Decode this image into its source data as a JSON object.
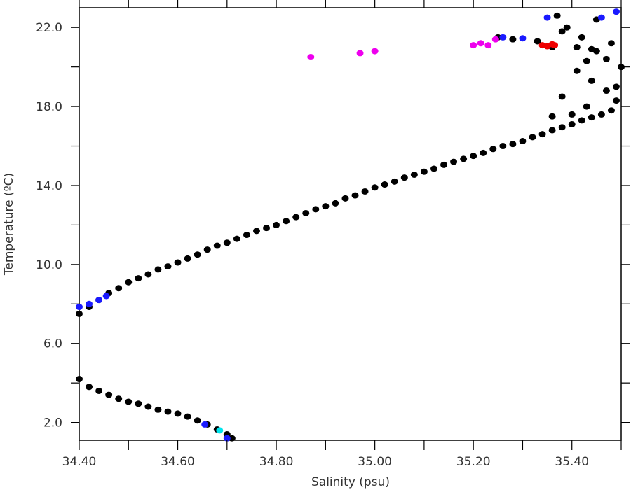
{
  "chart_data": {
    "type": "scatter",
    "xlabel": "Salinity (psu)",
    "ylabel": "Temperature (ºC)",
    "xlim": [
      34.4,
      35.5
    ],
    "ylim": [
      1.1,
      23.0
    ],
    "x_ticks": [
      34.4,
      34.6,
      34.8,
      35.0,
      35.2,
      35.4
    ],
    "x_tick_labels": [
      "34.40",
      "34.60",
      "34.80",
      "35.00",
      "35.20",
      "35.40"
    ],
    "y_ticks": [
      2.0,
      6.0,
      10.0,
      14.0,
      18.0,
      22.0
    ],
    "y_tick_labels": [
      "2.0",
      "6.0",
      "10.0",
      "14.0",
      "18.0",
      "22.0"
    ],
    "x_minor_step": 0.1,
    "y_minor_step": 2.0,
    "grid": false,
    "legend": "none",
    "series": [
      {
        "color": "#000000",
        "points": [
          [
            34.4,
            7.5
          ],
          [
            34.42,
            7.85
          ],
          [
            34.44,
            8.2
          ],
          [
            34.46,
            8.55
          ],
          [
            34.48,
            8.8
          ],
          [
            34.5,
            9.1
          ],
          [
            34.52,
            9.3
          ],
          [
            34.54,
            9.5
          ],
          [
            34.56,
            9.75
          ],
          [
            34.58,
            9.9
          ],
          [
            34.6,
            10.1
          ],
          [
            34.62,
            10.3
          ],
          [
            34.64,
            10.5
          ],
          [
            34.66,
            10.75
          ],
          [
            34.68,
            10.95
          ],
          [
            34.7,
            11.1
          ],
          [
            34.72,
            11.3
          ],
          [
            34.74,
            11.5
          ],
          [
            34.76,
            11.7
          ],
          [
            34.78,
            11.85
          ],
          [
            34.8,
            12.0
          ],
          [
            34.82,
            12.2
          ],
          [
            34.84,
            12.4
          ],
          [
            34.86,
            12.6
          ],
          [
            34.88,
            12.8
          ],
          [
            34.9,
            12.95
          ],
          [
            34.92,
            13.1
          ],
          [
            34.94,
            13.35
          ],
          [
            34.96,
            13.5
          ],
          [
            34.98,
            13.7
          ],
          [
            35.0,
            13.9
          ],
          [
            35.02,
            14.05
          ],
          [
            35.04,
            14.2
          ],
          [
            35.06,
            14.4
          ],
          [
            35.08,
            14.55
          ],
          [
            35.1,
            14.7
          ],
          [
            35.12,
            14.85
          ],
          [
            35.14,
            15.05
          ],
          [
            35.16,
            15.2
          ],
          [
            35.18,
            15.35
          ],
          [
            35.2,
            15.5
          ],
          [
            35.22,
            15.65
          ],
          [
            35.24,
            15.85
          ],
          [
            35.26,
            16.0
          ],
          [
            35.28,
            16.1
          ],
          [
            35.3,
            16.25
          ],
          [
            35.32,
            16.45
          ],
          [
            35.34,
            16.6
          ],
          [
            35.36,
            16.8
          ],
          [
            35.38,
            16.95
          ],
          [
            35.4,
            17.1
          ],
          [
            35.42,
            17.3
          ],
          [
            35.44,
            17.45
          ],
          [
            35.46,
            17.6
          ],
          [
            35.48,
            17.8
          ],
          [
            35.49,
            18.3
          ],
          [
            35.47,
            18.8
          ],
          [
            35.44,
            19.3
          ],
          [
            35.41,
            19.8
          ],
          [
            35.43,
            20.3
          ],
          [
            35.45,
            20.8
          ],
          [
            35.48,
            21.2
          ],
          [
            35.5,
            20.0
          ],
          [
            35.49,
            19.0
          ],
          [
            35.42,
            21.5
          ],
          [
            35.39,
            22.0
          ],
          [
            35.37,
            22.6
          ],
          [
            35.33,
            21.3
          ],
          [
            35.28,
            21.4
          ],
          [
            35.25,
            21.5
          ],
          [
            35.36,
            21.0
          ],
          [
            35.38,
            21.8
          ],
          [
            35.45,
            22.4
          ],
          [
            35.38,
            18.5
          ],
          [
            35.4,
            17.6
          ],
          [
            35.43,
            18.0
          ],
          [
            35.36,
            17.5
          ],
          [
            35.41,
            21.0
          ],
          [
            35.47,
            20.4
          ],
          [
            35.44,
            20.9
          ],
          [
            34.4,
            4.2
          ],
          [
            34.42,
            3.8
          ],
          [
            34.44,
            3.6
          ],
          [
            34.46,
            3.4
          ],
          [
            34.48,
            3.2
          ],
          [
            34.5,
            3.05
          ],
          [
            34.52,
            2.95
          ],
          [
            34.54,
            2.8
          ],
          [
            34.56,
            2.65
          ],
          [
            34.58,
            2.55
          ],
          [
            34.6,
            2.45
          ],
          [
            34.62,
            2.3
          ],
          [
            34.64,
            2.1
          ],
          [
            34.66,
            1.9
          ],
          [
            34.68,
            1.65
          ],
          [
            34.7,
            1.4
          ],
          [
            34.71,
            1.2
          ]
        ]
      },
      {
        "color": "#1a1aff",
        "points": [
          [
            34.4,
            7.85
          ],
          [
            34.42,
            8.0
          ],
          [
            34.44,
            8.2
          ],
          [
            34.455,
            8.4
          ],
          [
            35.26,
            21.5
          ],
          [
            35.3,
            21.45
          ],
          [
            35.35,
            22.5
          ],
          [
            35.46,
            22.5
          ],
          [
            35.49,
            22.8
          ],
          [
            34.655,
            1.9
          ],
          [
            34.7,
            1.2
          ]
        ]
      },
      {
        "color": "#ee00ee",
        "points": [
          [
            34.87,
            20.5
          ],
          [
            34.97,
            20.7
          ],
          [
            35.0,
            20.8
          ],
          [
            35.2,
            21.1
          ],
          [
            35.215,
            21.2
          ],
          [
            35.23,
            21.1
          ],
          [
            35.245,
            21.4
          ]
        ]
      },
      {
        "color": "#ee0000",
        "points": [
          [
            35.34,
            21.1
          ],
          [
            35.35,
            21.05
          ],
          [
            35.36,
            21.15
          ],
          [
            35.365,
            21.1
          ]
        ]
      },
      {
        "color": "#00e5ee",
        "points": [
          [
            34.685,
            1.6
          ]
        ]
      }
    ]
  }
}
